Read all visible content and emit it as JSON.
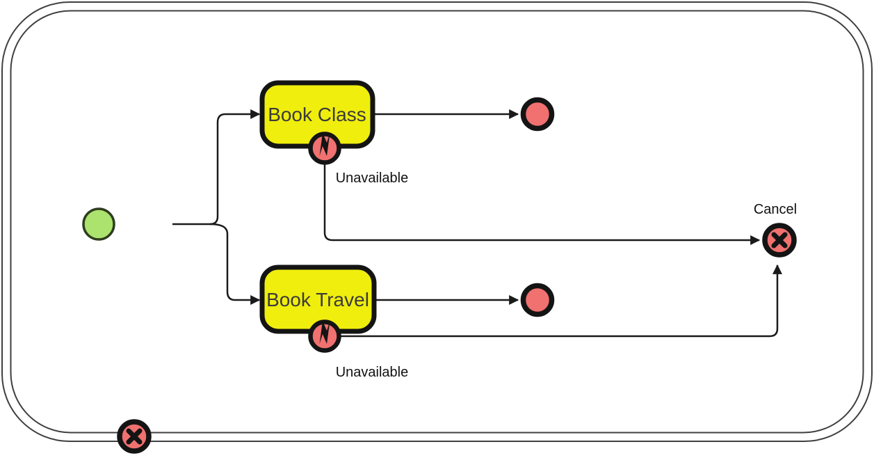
{
  "diagram": {
    "kind": "BPMN process diagram",
    "container_style": "double rounded border subprocess"
  },
  "labels": {
    "book_class": "Book Class",
    "book_travel": "Book Travel",
    "unavailable_class": "Unavailable",
    "unavailable_travel": "Unavailable",
    "cancel": "Cancel"
  },
  "icons": {
    "error_boundary": "error-lightning-icon",
    "cancel_end": "cancel-x-icon",
    "container_cancel": "cancel-x-icon"
  },
  "colors": {
    "task_fill": "#F0EE0D",
    "event_fill": "#F0716F",
    "start_event_fill": "#ACE26E",
    "flow_color": "#1A1A1A",
    "container_border": "#3F3F3F"
  }
}
